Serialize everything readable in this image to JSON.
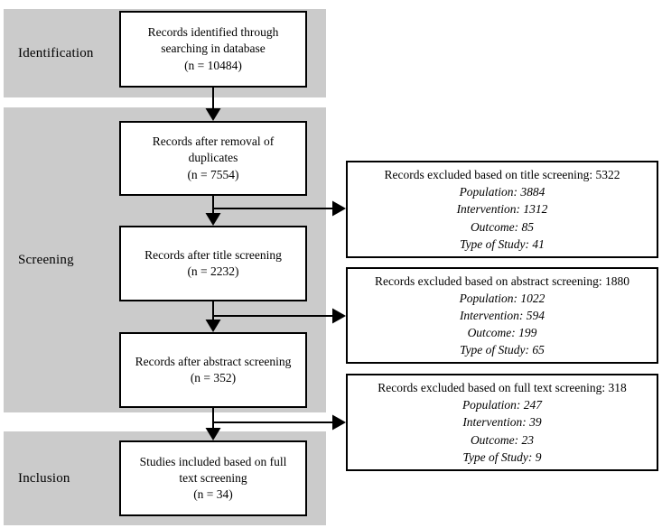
{
  "diagram": {
    "stages": [
      {
        "label": "Identification"
      },
      {
        "label": "Screening"
      },
      {
        "label": "Inclusion"
      }
    ],
    "flow_boxes": [
      {
        "label": "Records identified through searching in database",
        "n": "(n = 10484)"
      },
      {
        "label": "Records after removal of duplicates",
        "n": "(n = 7554)"
      },
      {
        "label": "Records after title screening",
        "n": "(n = 2232)"
      },
      {
        "label": "Records after abstract screening",
        "n": "(n = 352)"
      },
      {
        "label": "Studies included based on full text screening",
        "n": "(n = 34)"
      }
    ],
    "exclusion_boxes": [
      {
        "title": "Records excluded based on title screening: 5322",
        "reasons": [
          "Population: 3884",
          "Intervention: 1312",
          "Outcome: 85",
          "Type of Study: 41"
        ]
      },
      {
        "title": "Records excluded based on abstract screening: 1880",
        "reasons": [
          "Population: 1022",
          "Intervention: 594",
          "Outcome: 199",
          "Type of Study: 65"
        ]
      },
      {
        "title": "Records excluded based on full text screening: 318",
        "reasons": [
          "Population: 247",
          "Intervention: 39",
          "Outcome: 23",
          "Type of Study: 9"
        ]
      }
    ],
    "colors": {
      "band": "#cbcbcb",
      "box_bg": "#ffffff",
      "border": "#000000"
    }
  }
}
